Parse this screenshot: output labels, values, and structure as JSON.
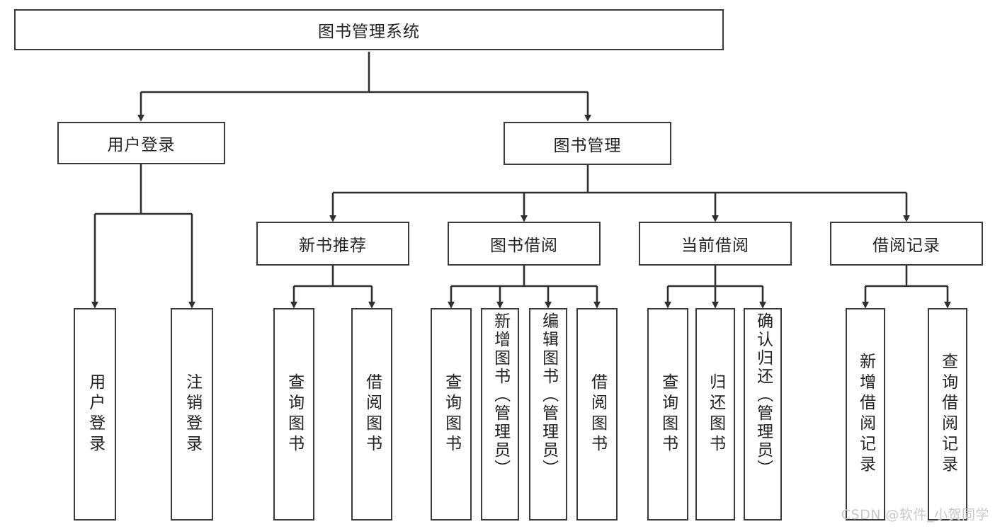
{
  "diagram": {
    "title": "图书管理系统",
    "type": "tree-hierarchy",
    "watermark": "CSDN @软件_小贺同学",
    "colors": {
      "stroke": "#3a3a3a",
      "fill": "#ffffff",
      "text": "#222222",
      "watermark": "#c8c8c8"
    },
    "nodes": {
      "root": {
        "label": "图书管理系统"
      },
      "level2": [
        {
          "label": "用户登录"
        },
        {
          "label": "图书管理"
        }
      ],
      "level3": [
        {
          "label": "新书推荐"
        },
        {
          "label": "图书借阅"
        },
        {
          "label": "当前借阅"
        },
        {
          "label": "借阅记录"
        }
      ],
      "leaves_user_login": [
        {
          "label": "用户登录"
        },
        {
          "label": "注销登录"
        }
      ],
      "leaves_new_books": [
        {
          "label": "查询图书"
        },
        {
          "label": "借阅图书"
        }
      ],
      "leaves_borrow": [
        {
          "label": "查询图书"
        },
        {
          "label": "新增图书（管理员）"
        },
        {
          "label": "编辑图书（管理员）"
        },
        {
          "label": "借阅图书"
        }
      ],
      "leaves_current": [
        {
          "label": "查询图书"
        },
        {
          "label": "归还图书"
        },
        {
          "label": "确认归还（管理员）"
        }
      ],
      "leaves_records": [
        {
          "label": "新增借阅记录"
        },
        {
          "label": "查询借阅记录"
        }
      ]
    }
  }
}
